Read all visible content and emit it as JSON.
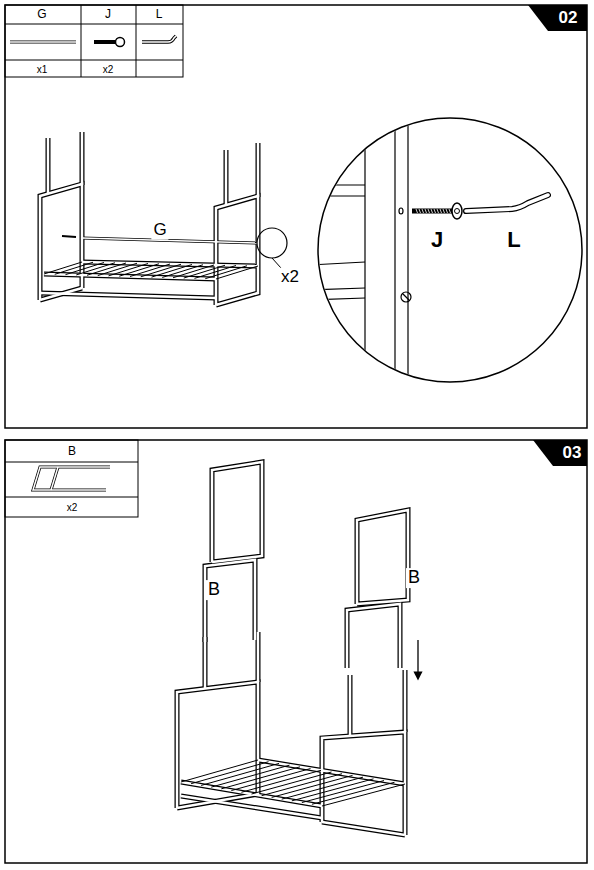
{
  "diagram": {
    "labels": [
      "G",
      "J",
      "L",
      "02",
      "x1",
      "x2",
      "G",
      "x2",
      "J",
      "L",
      "B",
      "03",
      "x2",
      "B",
      "B"
    ]
  }
}
